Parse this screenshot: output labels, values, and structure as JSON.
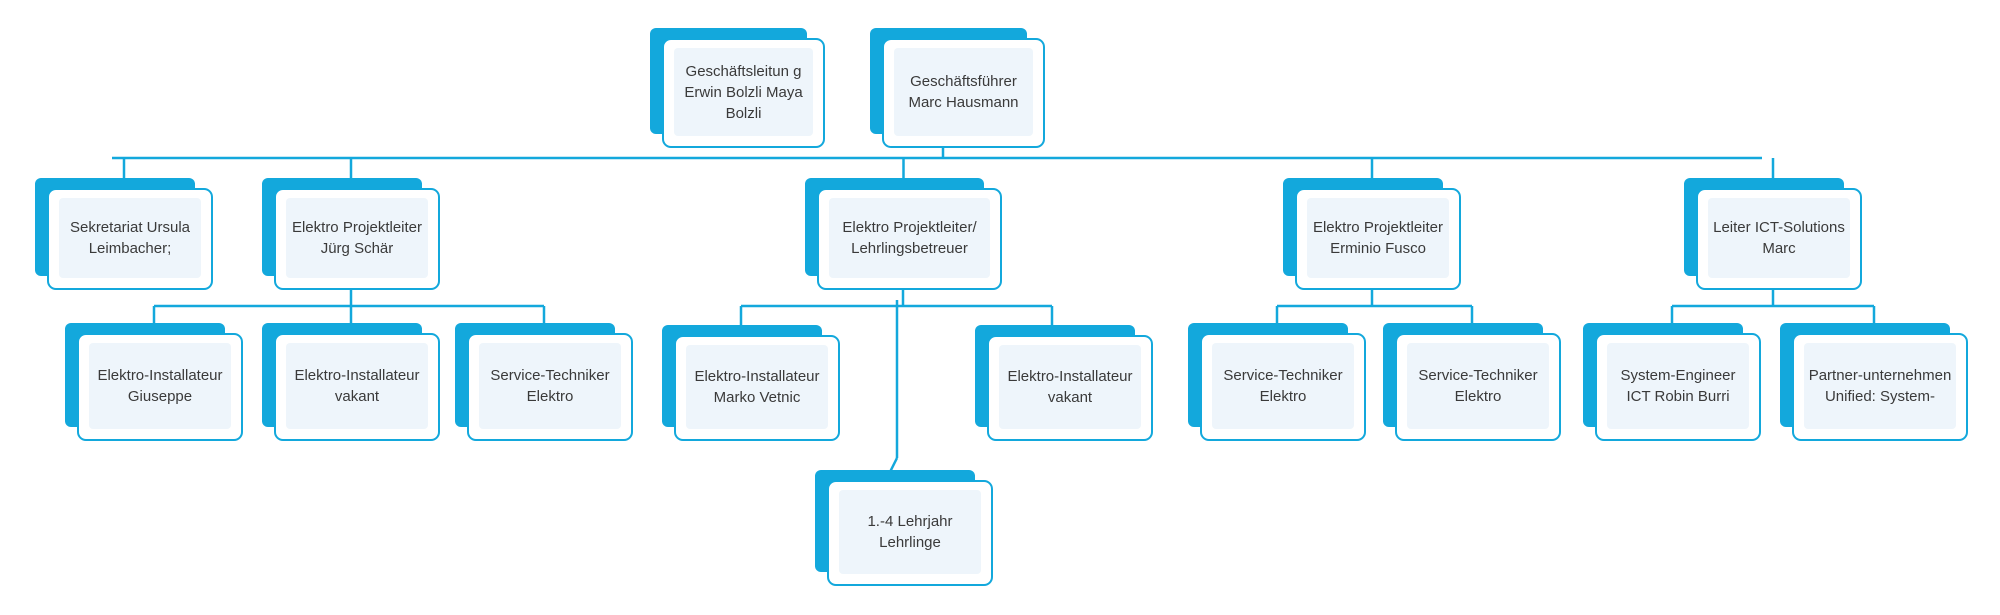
{
  "colors": {
    "accent": "#13a8dc",
    "box_fill": "#eef5fb",
    "text": "#3a3a3a"
  },
  "nodes": [
    {
      "id": "gl",
      "label": "Geschäftsleitun g Erwin Bolzli Maya Bolzli"
    },
    {
      "id": "gf",
      "label": "Geschäftsführer Marc Hausmann"
    },
    {
      "id": "sek",
      "label": "Sekretariat Ursula Leimbacher;"
    },
    {
      "id": "ep1",
      "label": "Elektro Projektleiter Jürg Schär"
    },
    {
      "id": "ep2",
      "label": "Elektro Projektleiter/ Lehrlingsbetreuer"
    },
    {
      "id": "ep3",
      "label": "Elektro Projektleiter Erminio Fusco"
    },
    {
      "id": "ict",
      "label": "Leiter ICT-Solutions Marc"
    },
    {
      "id": "ei1",
      "label": "Elektro-Installateur Giuseppe"
    },
    {
      "id": "ei2",
      "label": "Elektro-Installateur vakant"
    },
    {
      "id": "st1",
      "label": "Service-Techniker Elektro"
    },
    {
      "id": "ei3",
      "label": "Elektro-Installateur Marko Vetnic"
    },
    {
      "id": "ei4",
      "label": "Elektro-Installateur vakant"
    },
    {
      "id": "lehr",
      "label": "1.-4 Lehrjahr Lehrlinge"
    },
    {
      "id": "st2",
      "label": "Service-Techniker Elektro"
    },
    {
      "id": "st3",
      "label": "Service-Techniker Elektro"
    },
    {
      "id": "se",
      "label": "System-Engineer ICT Robin Burri"
    },
    {
      "id": "pu",
      "label": "Partner-unternehmen Unified: System-"
    }
  ],
  "edges": [
    [
      "gf",
      "sek"
    ],
    [
      "gf",
      "ep1"
    ],
    [
      "gf",
      "ep2"
    ],
    [
      "gf",
      "ep3"
    ],
    [
      "gf",
      "ict"
    ],
    [
      "ep1",
      "ei1"
    ],
    [
      "ep1",
      "ei2"
    ],
    [
      "ep1",
      "st1"
    ],
    [
      "ep2",
      "ei3"
    ],
    [
      "ep2",
      "ei4"
    ],
    [
      "ep2",
      "lehr"
    ],
    [
      "ep3",
      "st2"
    ],
    [
      "ep3",
      "st3"
    ],
    [
      "ict",
      "se"
    ],
    [
      "ict",
      "pu"
    ]
  ]
}
